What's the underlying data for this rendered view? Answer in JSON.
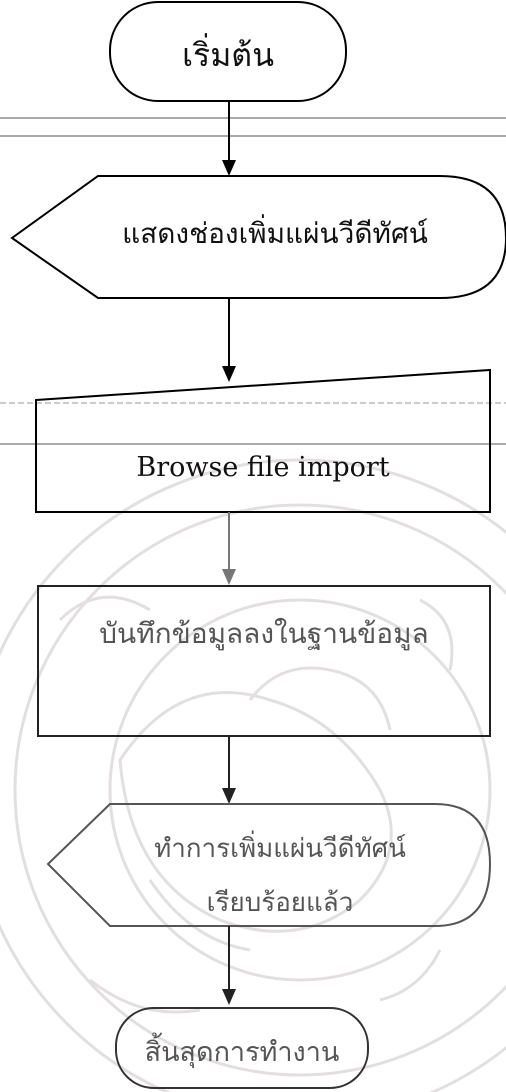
{
  "flowchart": {
    "start": {
      "text": "เริ่มต้น"
    },
    "display": {
      "text": "แสดงช่องเพิ่มแผ่นวีดีทัศน์"
    },
    "input": {
      "text": "Browse file import"
    },
    "process": {
      "text": "บันทึกข้อมูลลงในฐานข้อมูล"
    },
    "result": {
      "line1": "ทำการเพิ่มแผ่นวีดีทัศน์",
      "line2": "เรียบร้อยแล้ว"
    },
    "end": {
      "text": "สิ้นสุดการทำงาน"
    }
  }
}
